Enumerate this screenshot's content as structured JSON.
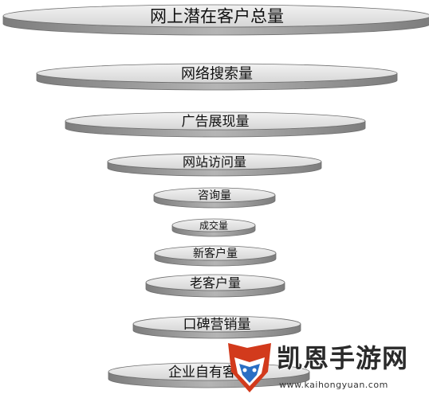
{
  "funnel": {
    "levels": [
      "网上潜在客户总量",
      "网络搜索量",
      "广告展现量",
      "网站访问量",
      "咨询量",
      "成交量",
      "新客户量",
      "老客户量",
      "口碑营销量",
      "企业自有客户"
    ]
  },
  "watermark": {
    "logo_icon": "fox-logo-icon",
    "text": "凯恩手游网",
    "url": "www.kaihongyuan.com"
  },
  "colors": {
    "disc_top": "#e3e3e3",
    "disc_side": "#9a9a9a",
    "disc_edge": "#6f6f6f",
    "logo_red": "#d23a1c",
    "logo_blue": "#2a6fc4"
  }
}
